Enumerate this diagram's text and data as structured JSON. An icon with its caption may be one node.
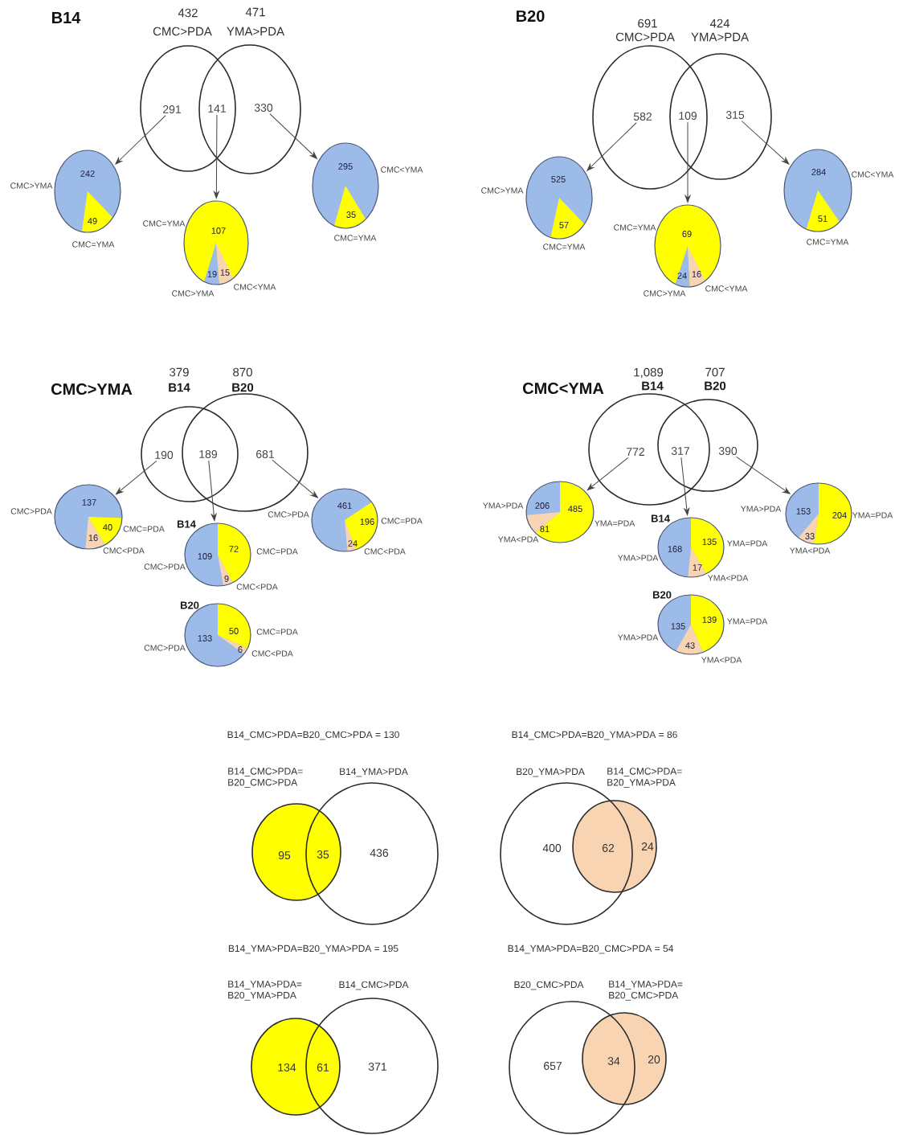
{
  "diagram": {
    "nodes": [
      {
        "text": [
          "432",
          "CMC>PDA"
        ]
      },
      {
        "text": [
          "471",
          "YMA>PDA"
        ]
      },
      {
        "text": [
          "291"
        ],
        "in": 0
      },
      {
        "text": [
          "141"
        ]
      },
      {
        "text": [
          "330"
        ],
        "in": 1
      },
      {
        "text": [
          "242",
          "49"
        ],
        "beside": [
          "CMC>YMA",
          "CMC=YMA"
        ]
      },
      {
        "text": [
          "107",
          "19",
          "15"
        ],
        "beside": [
          "CMC=YMA",
          "CMC>YMA",
          "CMC<YMA"
        ]
      },
      {
        "text": [
          "295",
          "35"
        ],
        "beside": [
          "CMC<YMA",
          "CMC=YMA"
        ]
      },
      {
        "text": [
          "691",
          "CMC>PDA"
        ]
      },
      {
        "text": [
          "424",
          "YMA>PDA"
        ]
      },
      {
        "text": [
          "582"
        ],
        "in": 8
      },
      {
        "text": [
          "109"
        ]
      },
      {
        "text": [
          "315"
        ],
        "in": 9
      },
      {
        "text": [
          "525",
          "57"
        ],
        "beside": [
          "CMC>YMA",
          "CMC=YMA"
        ]
      },
      {
        "text": [
          "69",
          "24",
          "16"
        ],
        "beside": [
          "CMC=YMA",
          "CMC>YMA",
          "CMC<YMA"
        ]
      },
      {
        "text": [
          "284",
          "51"
        ],
        "beside": [
          "CMC<YMA",
          "CMC=YMA"
        ]
      },
      {
        "text": [
          "379",
          "B14"
        ]
      },
      {
        "text": [
          "870",
          "B20"
        ]
      },
      {
        "text": [
          "190"
        ],
        "in": 16
      },
      {
        "text": [
          "189"
        ]
      },
      {
        "text": [
          "681"
        ],
        "in": 17
      },
      {
        "text": [
          "137",
          "40",
          "16"
        ],
        "beside": [
          "CMC>PDA",
          "CMC=PDA",
          "CMC<PDA"
        ]
      },
      {
        "text": [
          "461",
          "196",
          "24"
        ],
        "beside": [
          "CMC>PDA",
          "CMC=PDA",
          "CMC<PDA"
        ]
      },
      {
        "text": [
          "B14",
          "109",
          "72",
          "9"
        ],
        "beside": [
          "CMC=PDA",
          "CMC>PDA",
          "CMC<PDA"
        ]
      },
      {
        "text": [
          "B20",
          "133",
          "50",
          "6"
        ],
        "beside": [
          "CMC=PDA",
          "CMC>PDA",
          "CMC<PDA"
        ]
      },
      {
        "text": [
          "1,089",
          "B14"
        ]
      },
      {
        "text": [
          "707",
          "B20"
        ]
      },
      {
        "text": [
          "772"
        ],
        "in": 25
      },
      {
        "text": [
          "317"
        ]
      },
      {
        "text": [
          "390"
        ],
        "in": 26
      },
      {
        "text": [
          "206",
          "485",
          "81"
        ],
        "beside": [
          "YMA>PDA",
          "YMA=PDA",
          "YMA<PDA"
        ]
      },
      {
        "text": [
          "153",
          "204",
          "33"
        ],
        "beside": [
          "YMA>PDA",
          "YMA=PDA",
          "YMA<PDA"
        ]
      },
      {
        "text": [
          "B14",
          "168",
          "135",
          "17"
        ],
        "beside": [
          "YMA=PDA",
          "YMA>PDA",
          "YMA<PDA"
        ]
      },
      {
        "text": [
          "B20",
          "135",
          "139",
          "43"
        ],
        "beside": [
          "YMA=PDA",
          "YMA>PDA",
          "YMA<PDA"
        ]
      },
      {
        "text": [
          "B14_CMC>PDA= B20_CMC>PDA"
        ]
      },
      {
        "text": [
          "B14_YMA>PDA"
        ]
      },
      {
        "text": [
          "B20_YMA>PDA"
        ]
      },
      {
        "text": [
          "B14_CMC>PDA= B20_YMA>PDA"
        ]
      },
      {
        "text": [
          "B14_YMA>PDA= B20_YMA>PDA"
        ]
      },
      {
        "text": [
          "B14_CMC>PDA"
        ]
      },
      {
        "text": [
          "B20_CMC>PDA"
        ]
      },
      {
        "text": [
          "B14_YMA>PDA= B20_CMC>PDA"
        ]
      }
    ],
    "edges": [
      {
        "from": 2,
        "to": 5,
        "arrow": "to"
      },
      {
        "from": 3,
        "to": 6,
        "arrow": "to"
      },
      {
        "from": 4,
        "to": 7,
        "arrow": "to"
      },
      {
        "from": 10,
        "to": 13,
        "arrow": "to"
      },
      {
        "from": 11,
        "to": 14,
        "arrow": "to"
      },
      {
        "from": 12,
        "to": 15,
        "arrow": "to"
      },
      {
        "from": 18,
        "to": 21,
        "arrow": "to"
      },
      {
        "from": 19,
        "to": 23,
        "arrow": "to"
      },
      {
        "from": 20,
        "to": 22,
        "arrow": "to"
      },
      {
        "from": 27,
        "to": 30,
        "arrow": "to"
      },
      {
        "from": 28,
        "to": 32,
        "arrow": "to"
      },
      {
        "from": 29,
        "to": 31,
        "arrow": "to"
      }
    ],
    "labels": [
      "B14",
      "B20",
      "CMC>YMA",
      "CMC<YMA",
      "B14_CMC>PDA=B20_CMC>PDA = 130",
      "B14_CMC>PDA=B20_YMA>PDA = 86",
      "95",
      "35",
      "436",
      "400",
      "62",
      "24",
      "B14_YMA>PDA=B20_YMA>PDA = 195",
      "B14_YMA>PDA=B20_CMC>PDA = 54",
      "134",
      "61",
      "371",
      "657",
      "34",
      "20"
    ]
  }
}
